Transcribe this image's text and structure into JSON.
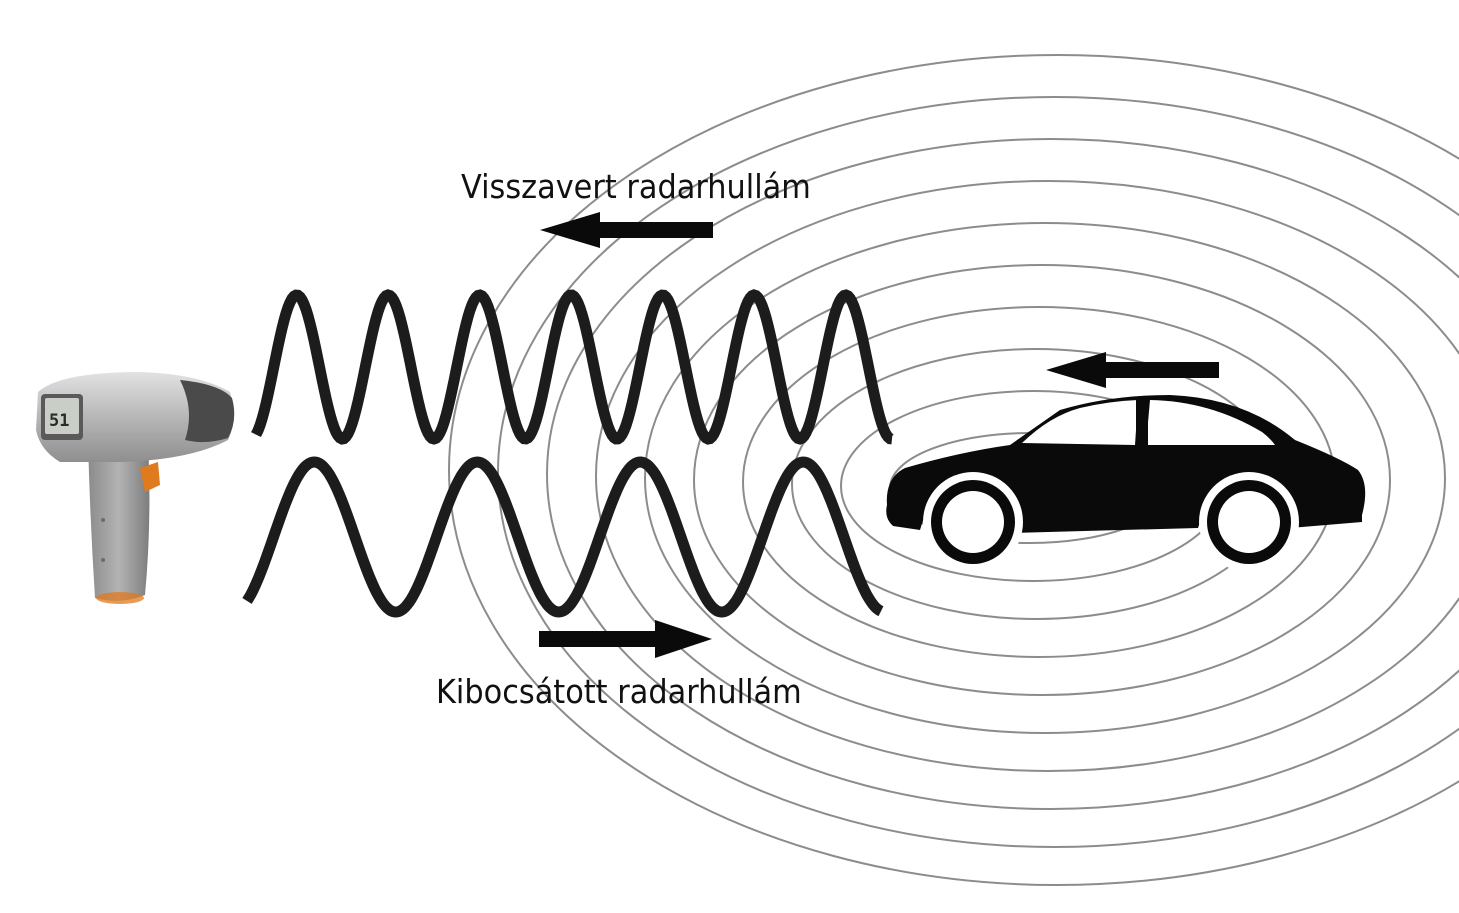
{
  "labels": {
    "reflected_wave": "Visszavert radarhullám",
    "emitted_wave": "Kibocsátott radarhullám"
  },
  "radar_gun": {
    "display_reading": "51"
  },
  "icons": {
    "radar_gun": "radar-gun-icon",
    "car": "car-icon",
    "reflected_arrow": "arrow-left-icon",
    "emitted_arrow": "arrow-right-icon",
    "car_direction_arrow": "arrow-left-icon"
  },
  "colors": {
    "wave": "#1c1c1c",
    "ripple": "#8c8c8c",
    "car": "#0a0a0a",
    "arrow": "#0a0a0a",
    "gun_body": "#b9b9b9",
    "gun_accent": "#e07a1f"
  }
}
